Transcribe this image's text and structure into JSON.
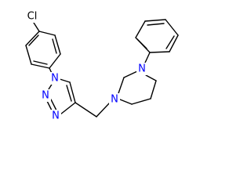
{
  "molecule": {
    "atoms": {
      "chlorine": {
        "symbol": "Cl",
        "color": "#000000"
      },
      "triazole_n1": {
        "symbol": "N",
        "color": "#0000ff"
      },
      "triazole_n2": {
        "symbol": "N",
        "color": "#0000ff"
      },
      "triazole_n3": {
        "symbol": "N",
        "color": "#0000ff"
      },
      "piperazine_n1": {
        "symbol": "N",
        "color": "#0000ff"
      },
      "piperazine_n4": {
        "symbol": "N",
        "color": "#0000ff"
      }
    },
    "colors": {
      "bond": "#000000",
      "nitrogen": "#0000ff",
      "chlorine": "#000000",
      "background": "#ffffff"
    }
  }
}
